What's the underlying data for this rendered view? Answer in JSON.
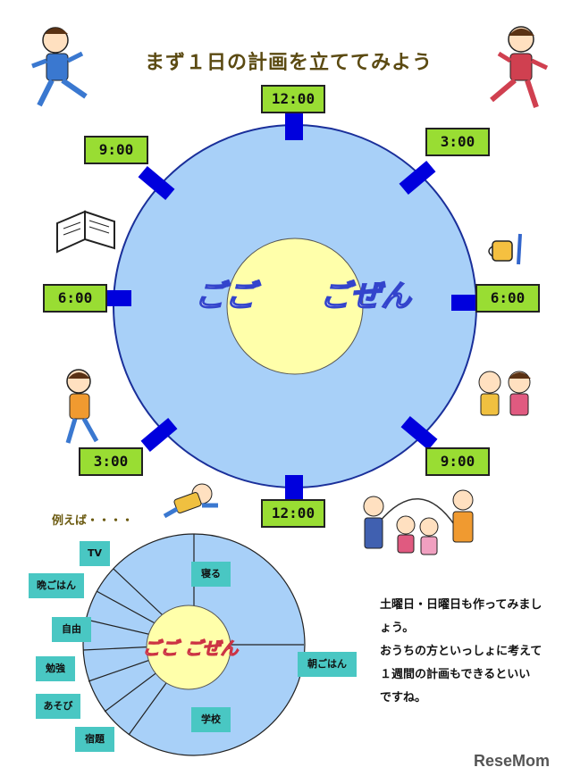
{
  "title": "まず１日の計画を立ててみよう",
  "main_clock": {
    "center_left_label": "ごご",
    "center_right_label": "ごぜん",
    "times": {
      "top": "12:00",
      "top_right": "3:00",
      "right": "6:00",
      "bottom_right": "9:00",
      "bottom": "12:00",
      "bottom_left": "3:00",
      "left": "6:00",
      "top_left": "9:00"
    }
  },
  "example": {
    "heading": "例えば・・・・",
    "center_label": "ごご ごぜん",
    "activities": {
      "tv": "TV",
      "dinner": "晩ごはん",
      "free": "自由",
      "study": "勉強",
      "play": "あそび",
      "homework": "宿題",
      "sleep": "寝る",
      "breakfast": "朝ごはん",
      "school": "学校"
    }
  },
  "note": {
    "line1": "土曜日・日曜日も作ってみまし",
    "line2": "ょう。",
    "line3": "おうちの方といっしょに考えて",
    "line4": "１週間の計画もできるといい",
    "line5": "ですね。"
  },
  "logo": "ReseMom",
  "colors": {
    "outer_circle": "#a8d0f8",
    "inner_circle": "#ffffaa",
    "time_box": "#99dd33",
    "label_box": "#49c7c3",
    "marker": "#0000dd"
  }
}
